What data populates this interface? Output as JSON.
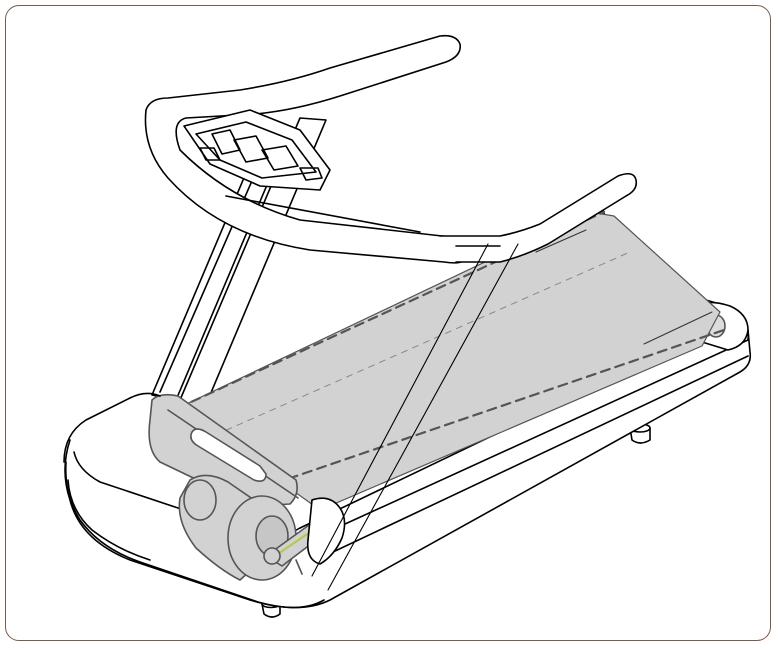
{
  "figure": {
    "subject": "treadmill-service-illustration",
    "colors": {
      "frame_border": "#7a5a4a",
      "outline": "#000000",
      "highlight_fill": "#d2d2d2",
      "highlight_stroke": "#555555",
      "belt_accent": "#b7c84a"
    },
    "parts": [
      "console",
      "upright-arms",
      "handrails",
      "running-belt",
      "deck",
      "front-motor",
      "drive-belt",
      "rear-roller",
      "base-frame",
      "leveling-feet"
    ]
  }
}
